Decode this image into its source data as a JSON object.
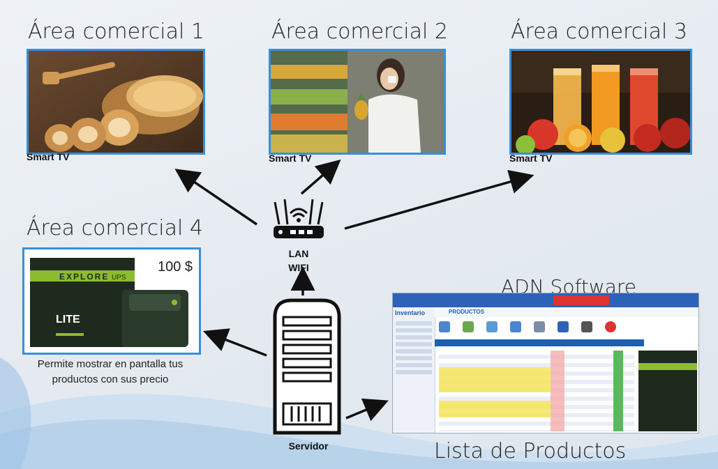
{
  "areas": {
    "a1": {
      "title": "Área comercial 1",
      "device": "Smart TV"
    },
    "a2": {
      "title": "Área comercial 2",
      "device": "Smart TV"
    },
    "a3": {
      "title": "Área comercial 3",
      "device": "Smart TV"
    },
    "a4": {
      "title": "Área comercial 4",
      "price": "100 $",
      "description_line1": "Permite mostrar en pantalla tus",
      "description_line2": "productos con sus precio"
    }
  },
  "router": {
    "line1": "LAN",
    "line2": "WIFI"
  },
  "server": {
    "label": "Servidor"
  },
  "software": {
    "title": "ADN Software",
    "caption": "Lista de Productos",
    "window_title": "PRODUCTOS",
    "app_name": "Inventario"
  },
  "product_box": {
    "brand": "EXPLORE",
    "model": "LITE",
    "series": "UPS"
  },
  "colors": {
    "tv_border": "#3a8ed8",
    "accent_purple": "#7c4fb0",
    "arrow": "#111111",
    "software_blue": "#1e5fb0"
  }
}
